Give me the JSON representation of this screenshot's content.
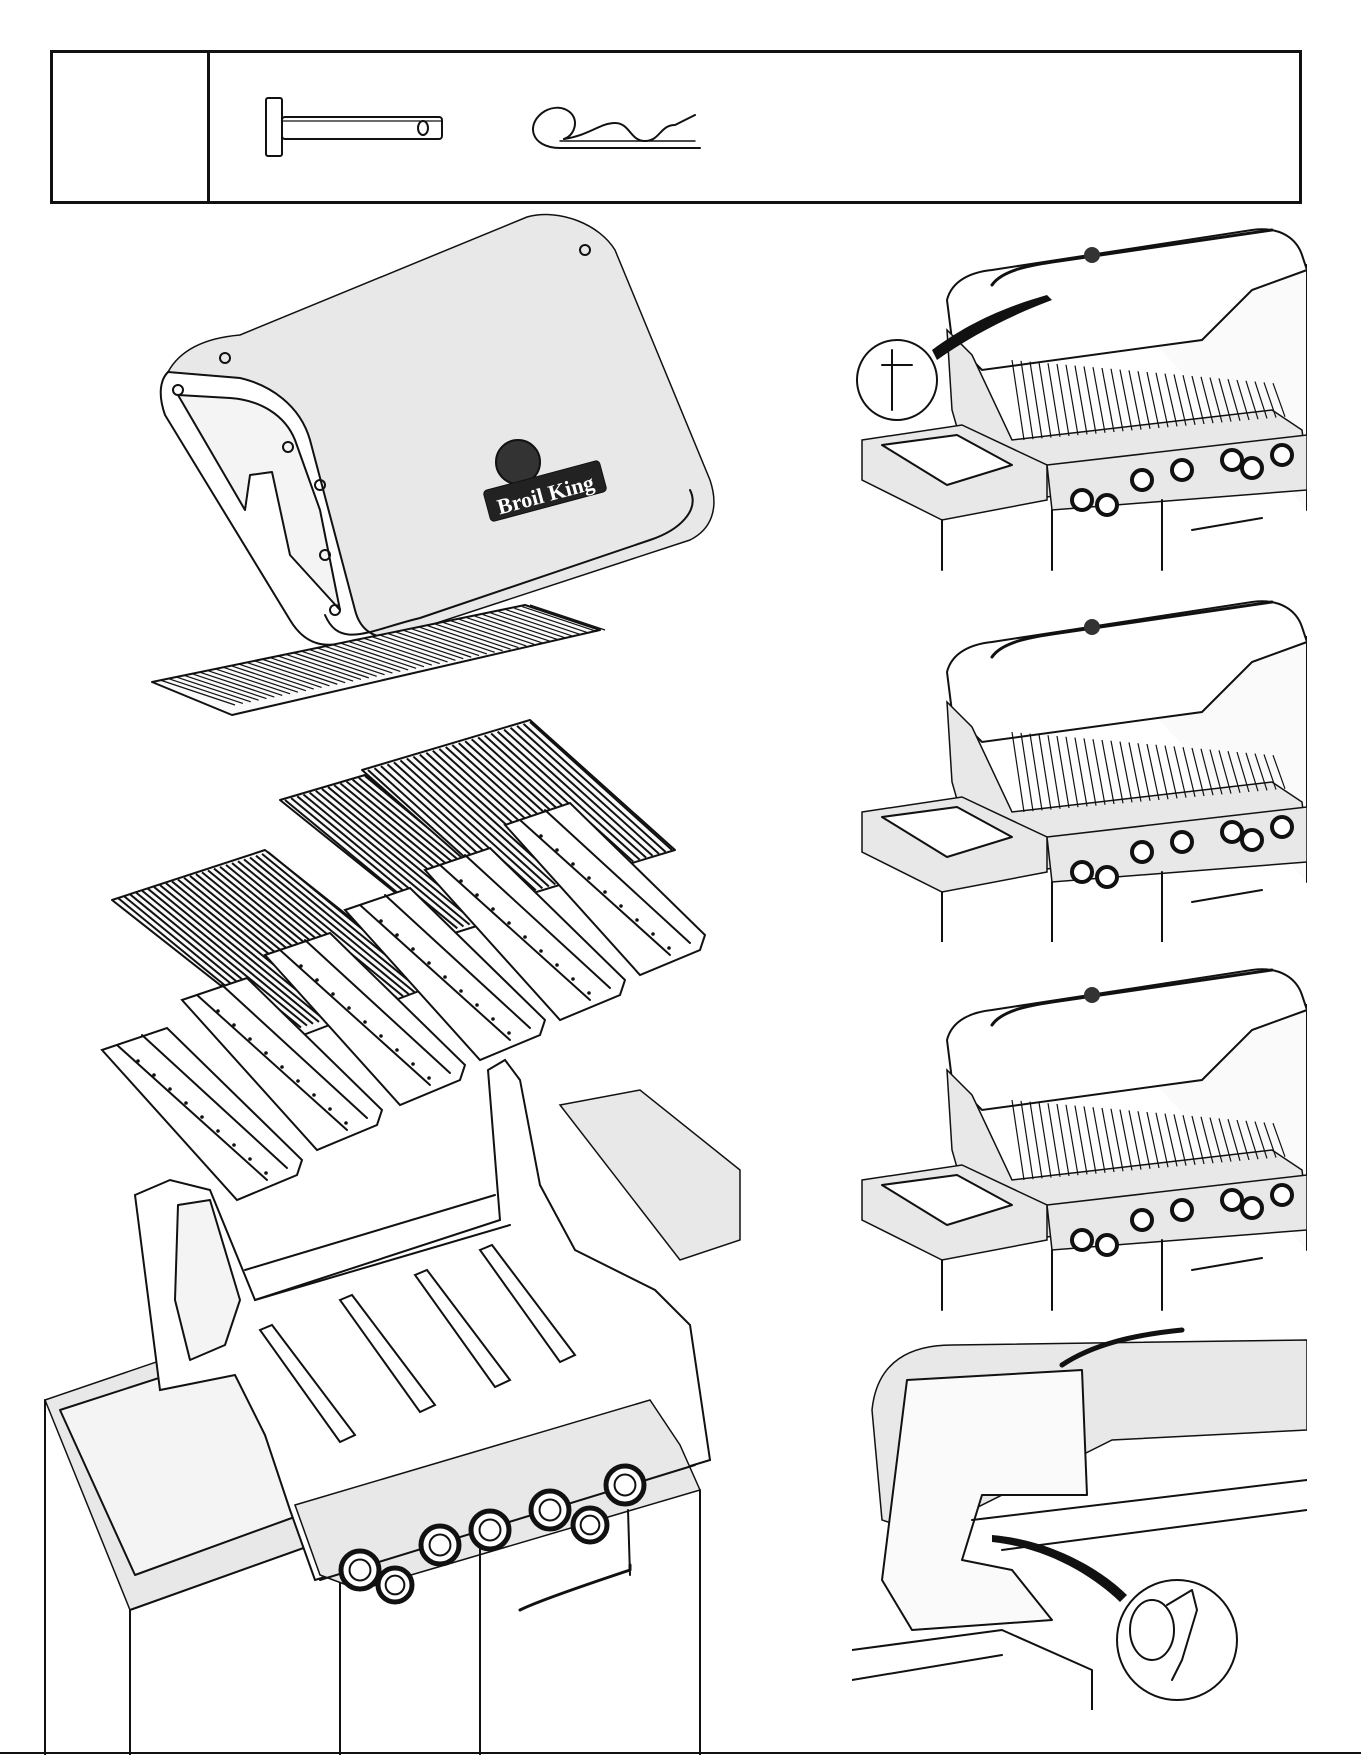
{
  "brand": {
    "logo_text": "Broil King"
  },
  "parts": [
    {
      "name": "clevis-pin-icon"
    },
    {
      "name": "hairpin-cotter-icon"
    }
  ],
  "steps": [
    {
      "name": "step-1-warming-rack"
    },
    {
      "name": "step-2-cooking-grids"
    },
    {
      "name": "step-3-flav-r-wave"
    },
    {
      "name": "step-4-lid-pin"
    }
  ]
}
